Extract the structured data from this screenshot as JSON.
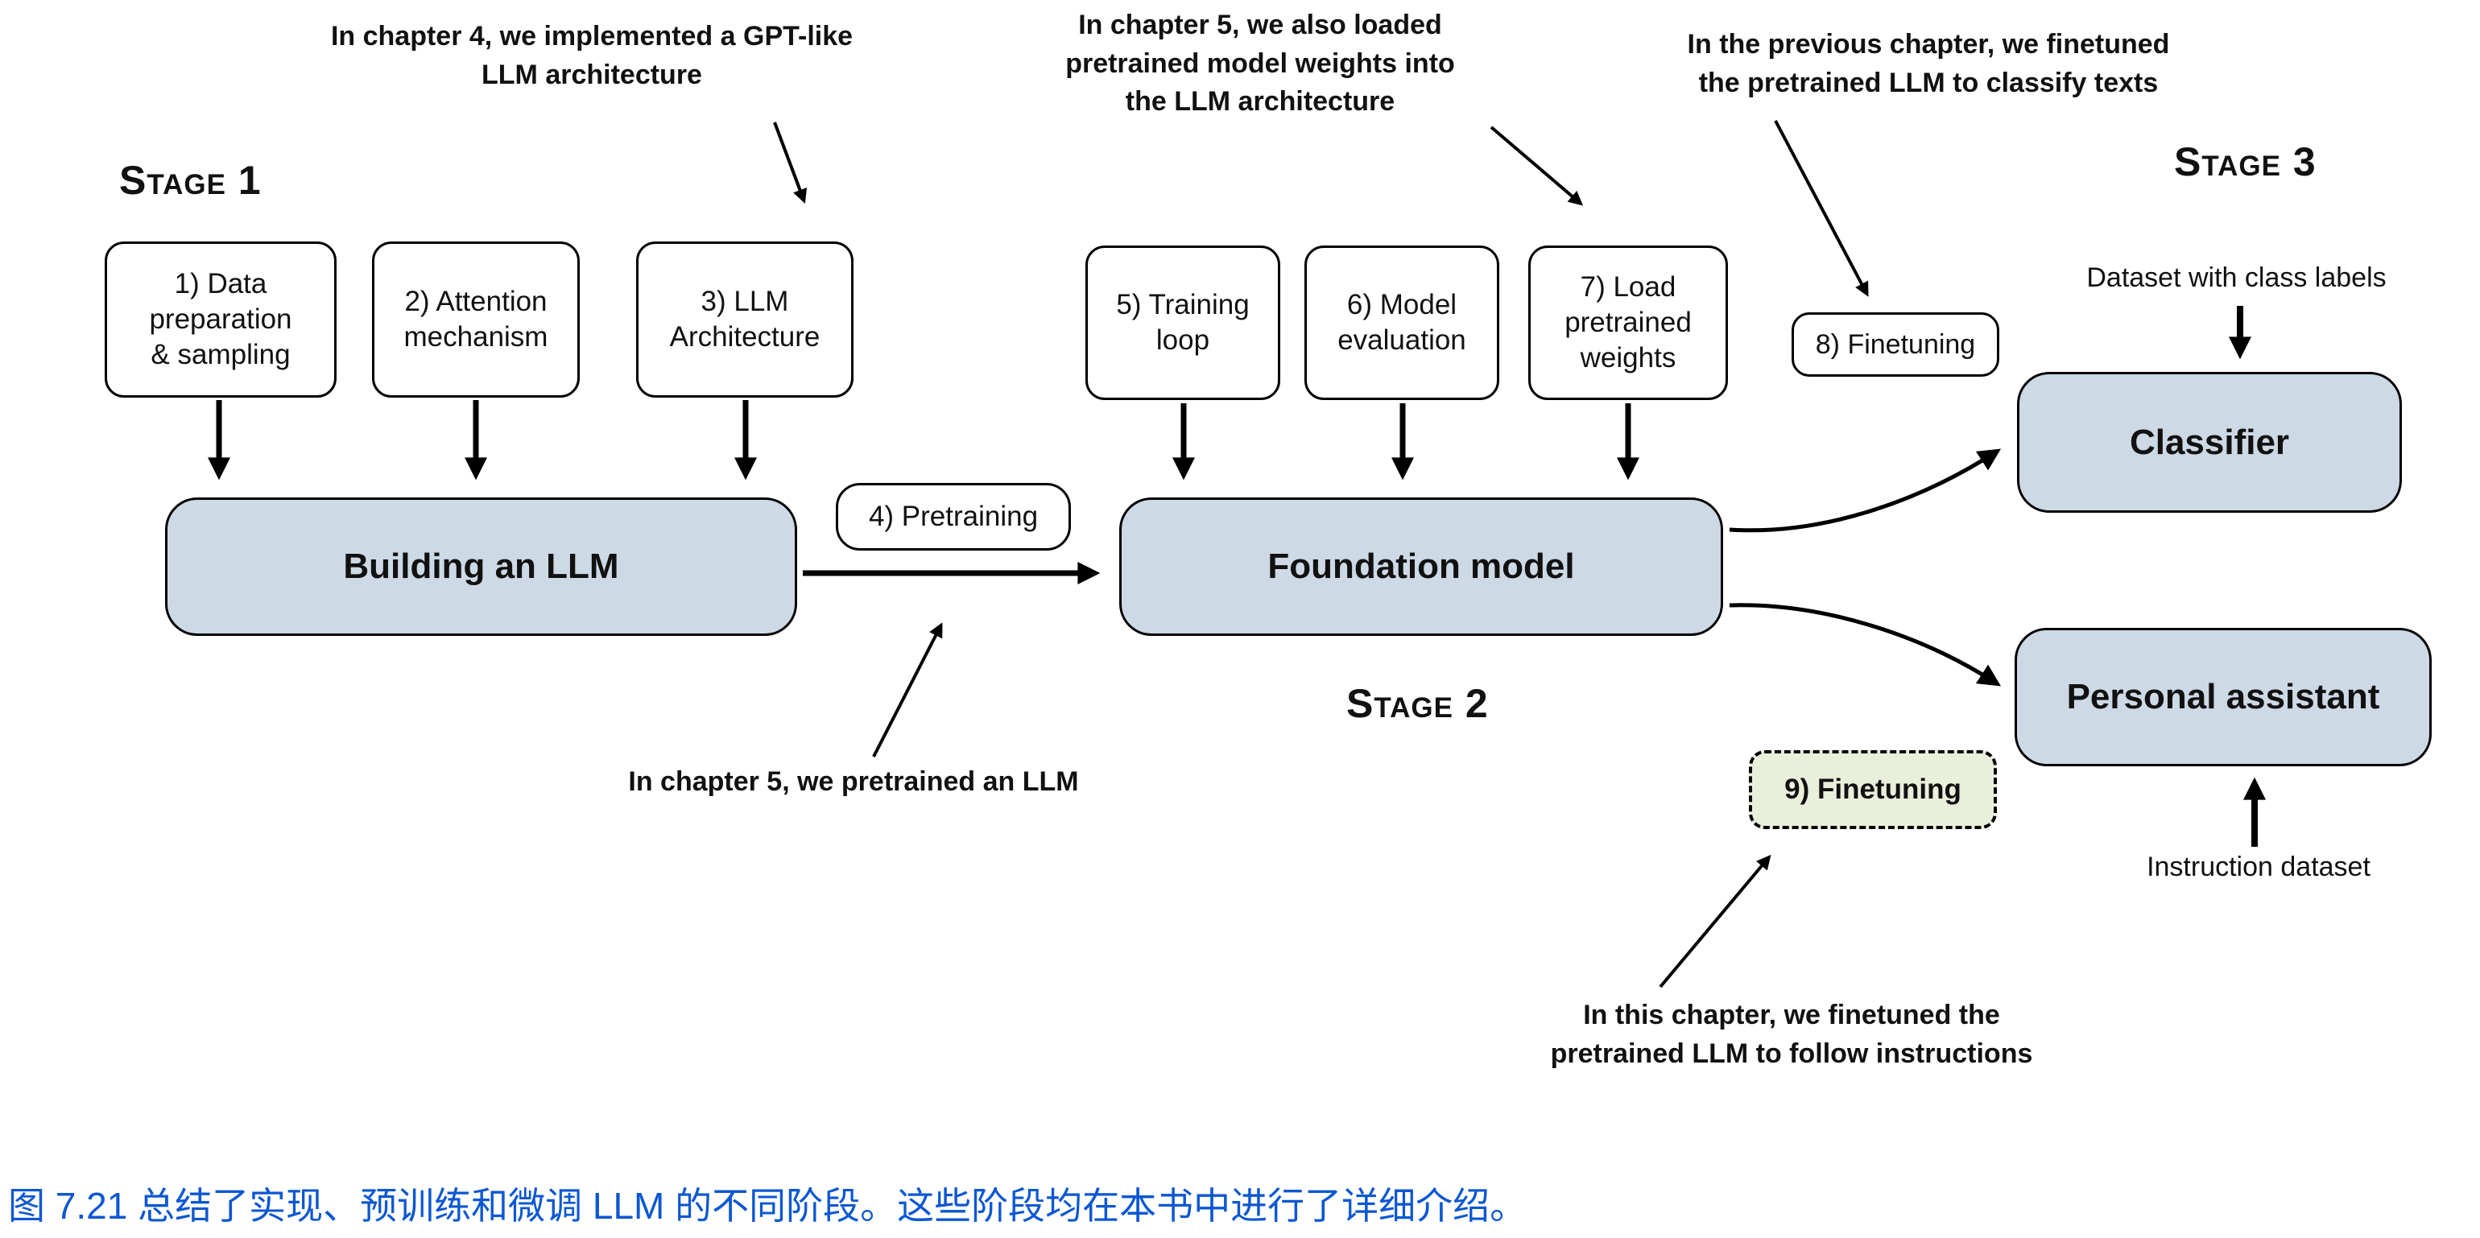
{
  "colors": {
    "box_fill": "#cdd9e5",
    "finetune9_fill": "#e9efdb",
    "caption_blue": "#0d57d2",
    "border": "#000000"
  },
  "stage_labels": {
    "s1": "Stage 1",
    "s2": "Stage 2",
    "s3": "Stage 3"
  },
  "boxes": {
    "b1": "1) Data\npreparation\n& sampling",
    "b2": "2) Attention\nmechanism",
    "b3": "3) LLM\nArchitecture",
    "pretraining": "4) Pretraining",
    "building": "Building an LLM",
    "b5": "5) Training\nloop",
    "b6": "6) Model\nevaluation",
    "b7": "7) Load\npretrained\nweights",
    "finetune8": "8) Finetuning",
    "foundation": "Foundation model",
    "classifier": "Classifier",
    "assistant": "Personal assistant",
    "finetune9": "9) Finetuning"
  },
  "labels": {
    "dataset_class": "Dataset with class labels",
    "instruction": "Instruction dataset"
  },
  "annotations": {
    "chapter4": "In chapter 4, we implemented a GPT-like\nLLM architecture",
    "chapter5_weights": "In chapter 5, we also loaded\npretrained model weights into\nthe LLM architecture",
    "prev_chapter": "In the previous chapter, we finetuned\nthe pretrained LLM to classify texts",
    "chapter5_pretrain": "In chapter 5, we pretrained an LLM",
    "this_chapter": "In this chapter, we finetuned the\npretrained LLM to follow instructions"
  },
  "caption": "图 7.21 总结了实现、预训练和微调 LLM 的不同阶段。这些阶段均在本书中进行了详细介绍。"
}
